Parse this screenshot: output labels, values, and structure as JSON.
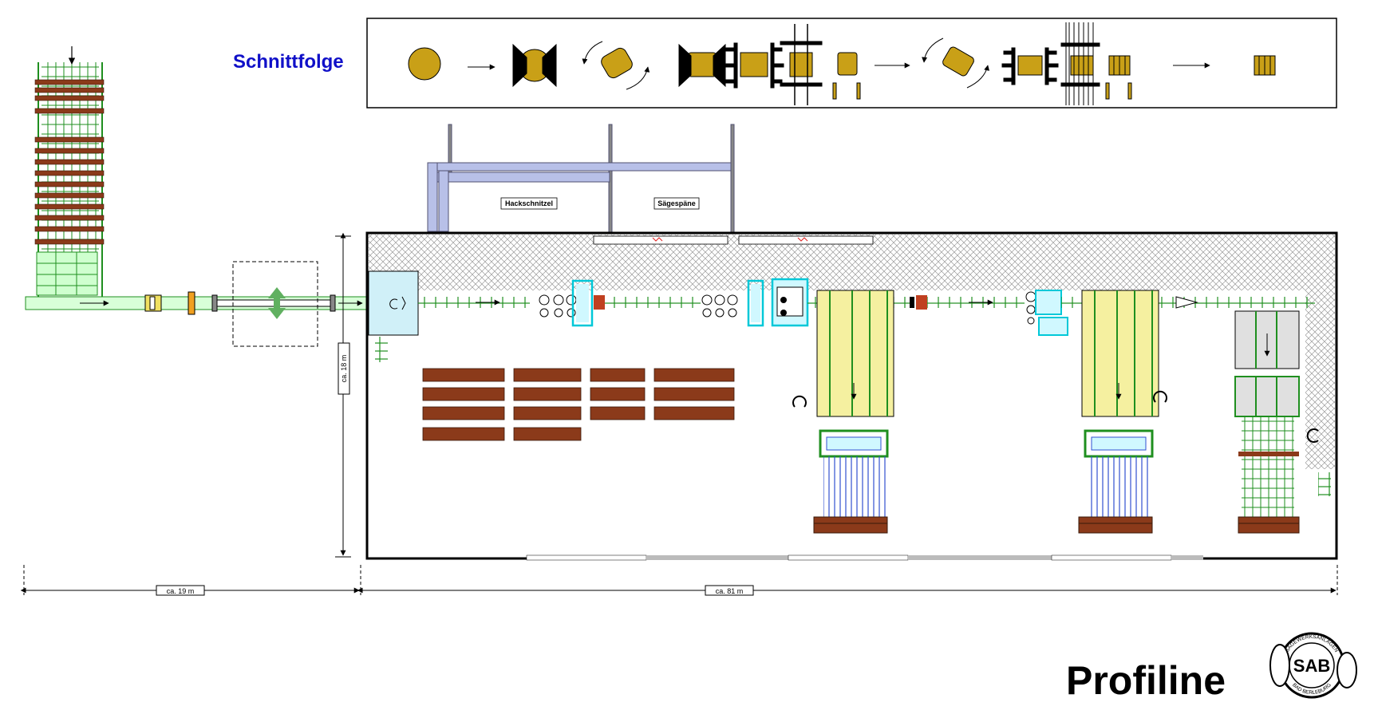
{
  "diagram": {
    "cutting_sequence_title": "Schnittfolge",
    "product_name": "Profiline",
    "labels": {
      "chips": "Hackschnitzel",
      "sawdust": "Sägespäne",
      "length_infeed": "ca. 19  m",
      "length_hall": "ca. 81  m",
      "width_hall": "ca. 18  m"
    },
    "logo": {
      "initials": "SAB",
      "ring_top": "SÄGEWERKSANLAGEN",
      "ring_bottom": "BAD BERLEBURG"
    },
    "colors": {
      "wood": "#c9a017",
      "lumber": "#8b3a1a",
      "conveyor": "#1f8f1f",
      "machine": "#00c8d8",
      "pipe": "#a0a8d8",
      "bay": "#f5f0a0",
      "title_blue": "#1010c8"
    }
  }
}
